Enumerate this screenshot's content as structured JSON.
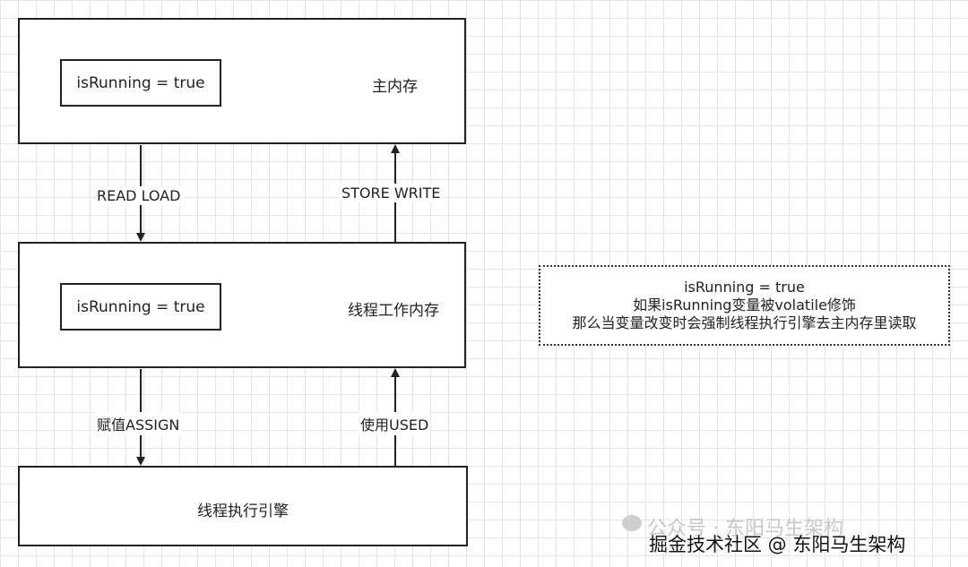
{
  "main_memory": {
    "label": "主内存",
    "variable": "isRunning = true"
  },
  "working_memory": {
    "label": "线程工作内存",
    "variable": "isRunning = true"
  },
  "engine": {
    "label": "线程执行引擎"
  },
  "edges": {
    "read_load": "READ LOAD",
    "store_write": "STORE WRITE",
    "assign": "赋值ASSIGN",
    "used": "使用USED"
  },
  "note": {
    "line1": "isRunning = true",
    "line2": "如果isRunning变量被volatile修饰",
    "line3": "那么当变量改变时会强制线程执行引擎去主内存里读取"
  },
  "watermark": {
    "faint": "公众号 · 东阳马生架构",
    "main": "掘金技术社区 @ 东阳马生架构"
  }
}
